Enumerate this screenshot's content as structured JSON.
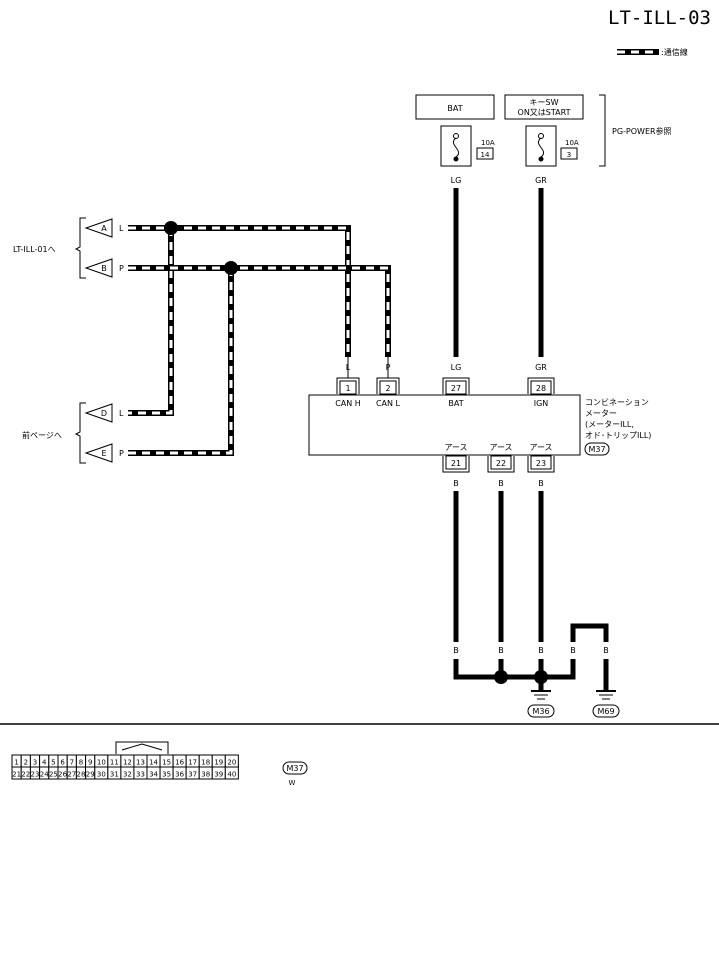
{
  "header": {
    "page_id": "LT-ILL-03",
    "legend_label": ":通信線"
  },
  "power": {
    "bat_label": "BAT",
    "keysw_line1": "キーSW",
    "keysw_line2": "ON又はSTART",
    "ref_label": "PG-POWER参照",
    "fuse_bat_amp": "10A",
    "fuse_bat_no": "14",
    "fuse_ign_amp": "10A",
    "fuse_ign_no": "3"
  },
  "left_refs": {
    "upper_label": "LT-ILL-01へ",
    "lower_label": "前ページへ",
    "connectors": [
      {
        "letter": "A",
        "color": "L"
      },
      {
        "letter": "B",
        "color": "P"
      },
      {
        "letter": "D",
        "color": "L"
      },
      {
        "letter": "E",
        "color": "P"
      }
    ]
  },
  "wires": {
    "bat_top": "LG",
    "ign_top": "GR",
    "can_h": "L",
    "can_l": "P",
    "bat_bottom": "LG",
    "ign_bottom": "GR"
  },
  "meter": {
    "pins_top": [
      {
        "no": "1",
        "label": "CAN H"
      },
      {
        "no": "2",
        "label": "CAN L"
      },
      {
        "no": "27",
        "label": "BAT"
      },
      {
        "no": "28",
        "label": "IGN"
      }
    ],
    "pins_bottom": [
      {
        "no": "21",
        "label": "アース",
        "wire": "B"
      },
      {
        "no": "22",
        "label": "アース",
        "wire": "B"
      },
      {
        "no": "23",
        "label": "アース",
        "wire": "B"
      }
    ],
    "name_line1": "コンビネーション",
    "name_line2": "メーター",
    "name_line3": "(メーターILL,",
    "name_line4": "オド･トリップILL)",
    "connector_id": "M37"
  },
  "ground": {
    "wire_labels": [
      "B",
      "B",
      "B",
      "B",
      "B"
    ],
    "ground1": "M36",
    "ground2": "M69"
  },
  "connector_face": {
    "row1": [
      "1",
      "2",
      "3",
      "4",
      "5",
      "6",
      "7",
      "8",
      "9",
      "10",
      "11",
      "12",
      "13",
      "14",
      "15",
      "16",
      "17",
      "18",
      "19",
      "20"
    ],
    "row2": [
      "21",
      "22",
      "23",
      "24",
      "25",
      "26",
      "27",
      "28",
      "29",
      "30",
      "31",
      "32",
      "33",
      "34",
      "35",
      "36",
      "37",
      "38",
      "39",
      "40"
    ],
    "id": "M37",
    "color": "W"
  }
}
